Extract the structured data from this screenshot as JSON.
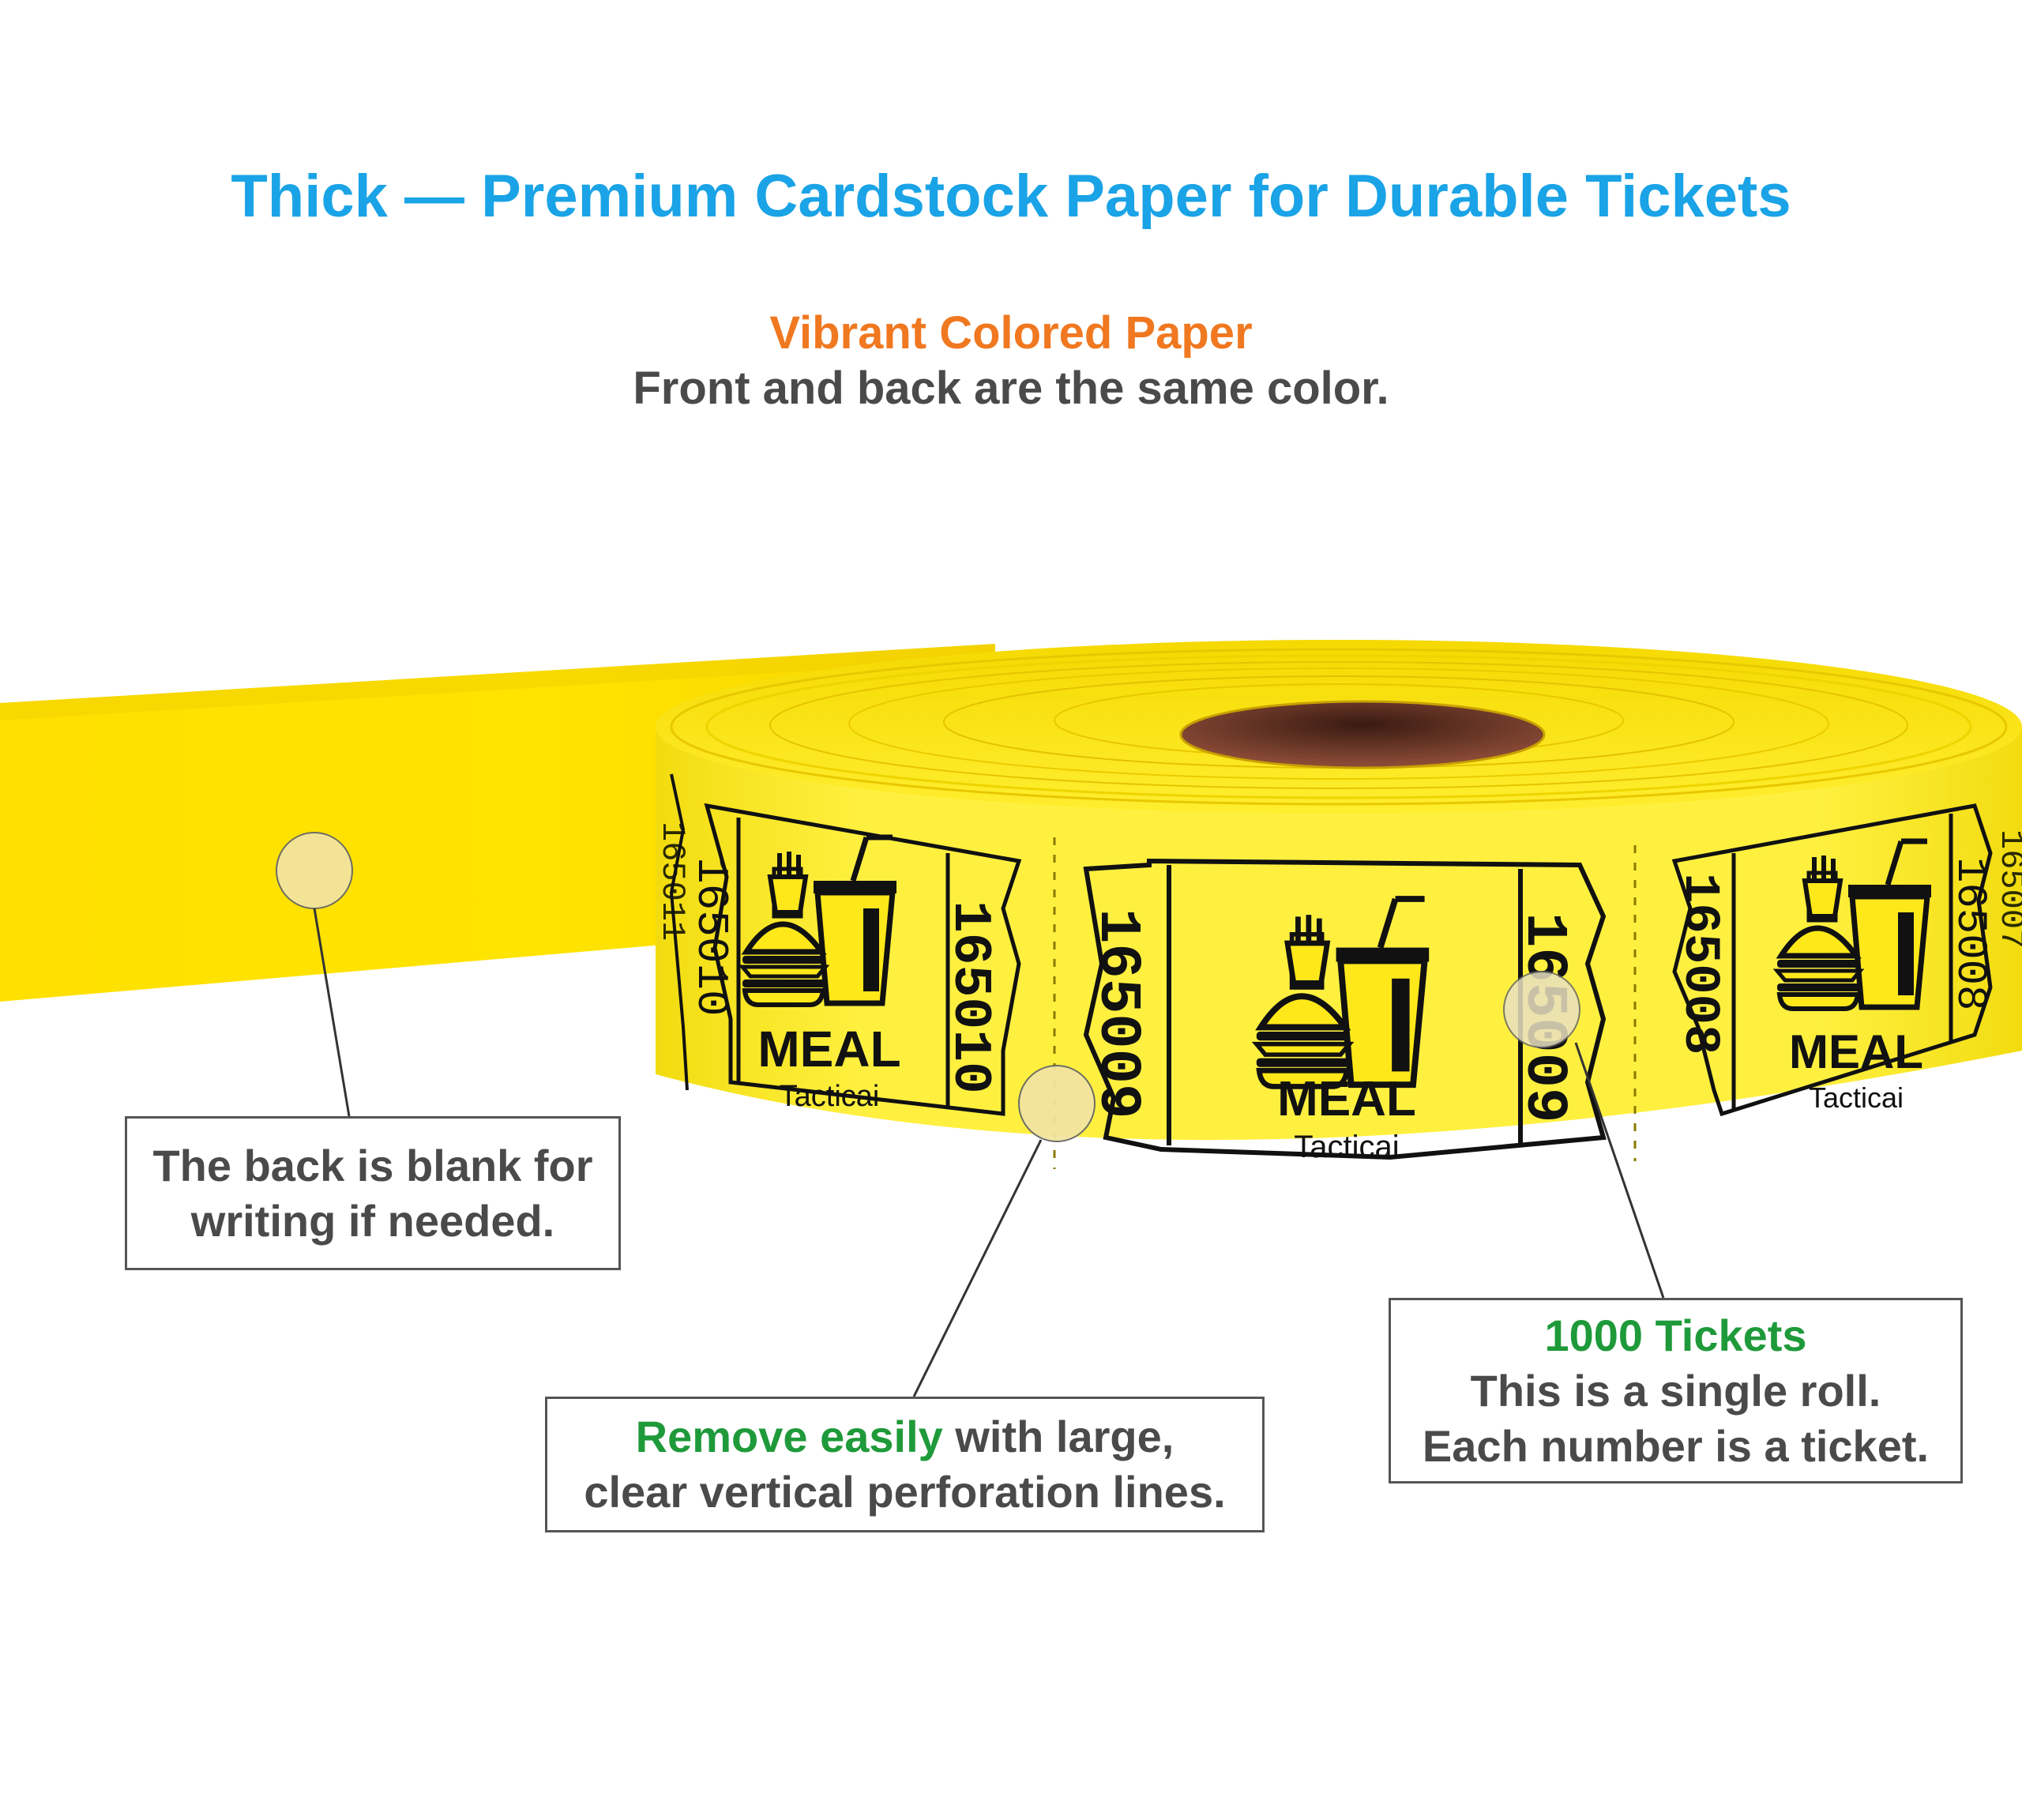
{
  "headline": "Thick — Premium Cardstock Paper for Durable Tickets",
  "subheading": {
    "accent": "Vibrant Colored Paper",
    "text": "Front and back are the same color."
  },
  "tickets": [
    {
      "left_number": "165011"
    },
    {
      "left_number": "165010",
      "right_number": "165010",
      "label": "MEAL",
      "brand": "Tacticai"
    },
    {
      "left_number": "165009",
      "right_number": "165009",
      "label": "MEAL",
      "brand": "Tacticai"
    },
    {
      "left_number": "165008",
      "right_number": "165008",
      "label": "MEAL",
      "brand": "Tacticai"
    },
    {
      "right_number": "165007"
    }
  ],
  "callouts": {
    "back": {
      "line1": "The back is blank for",
      "line2": "writing if needed."
    },
    "perforation": {
      "highlight": "Remove easily",
      "rest": " with large,",
      "line2": "clear vertical perforation lines."
    },
    "count": {
      "highlight": "1000 Tickets",
      "line2": "This is a single roll.",
      "line3": "Each number is a ticket."
    }
  },
  "colors": {
    "headline": "#1aa3e6",
    "accent_orange": "#f07820",
    "highlight_green": "#1f9a3a",
    "ticket_yellow": "#ffe81a",
    "text_gray": "#4a4a4a"
  },
  "icons": [
    "burger-fries-drink-icon"
  ]
}
